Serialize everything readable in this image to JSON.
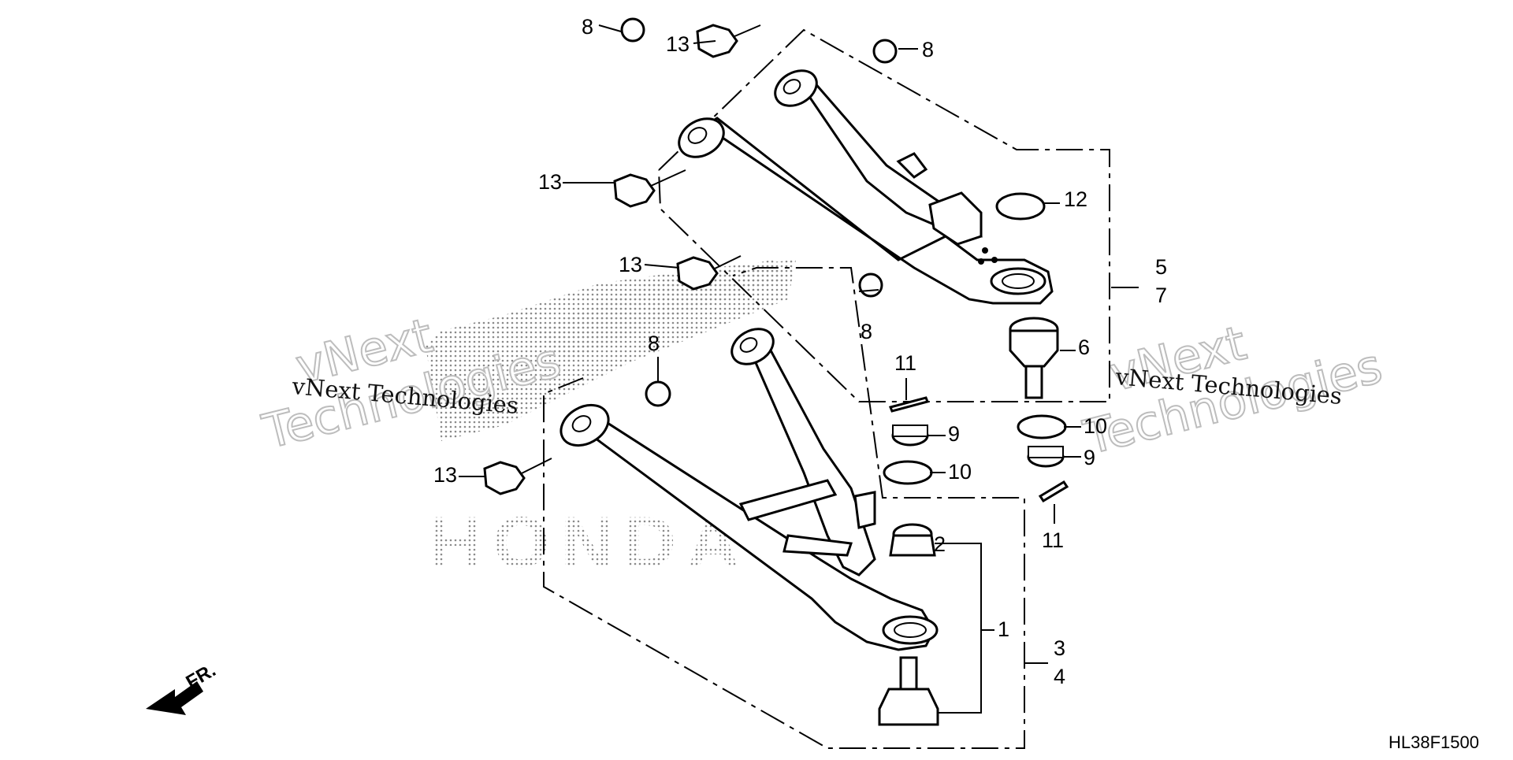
{
  "diagram": {
    "code": "HL38F1500",
    "direction_label": "FR.",
    "brand_mark": "HONDA",
    "watermark": {
      "line1": "vNext",
      "line2": "Technologies",
      "full": "vNext Technologies"
    },
    "callouts": {
      "c1": "1",
      "c2": "2",
      "c3": "3",
      "c4": "4",
      "c5": "5",
      "c6": "6",
      "c7": "7",
      "c8a": "8",
      "c8b": "8",
      "c8c": "8",
      "c8d": "8",
      "c9a": "9",
      "c9b": "9",
      "c10a": "10",
      "c10b": "10",
      "c11a": "11",
      "c11b": "11",
      "c12": "12",
      "c13a": "13",
      "c13b": "13",
      "c13c": "13",
      "c13d": "13"
    }
  }
}
